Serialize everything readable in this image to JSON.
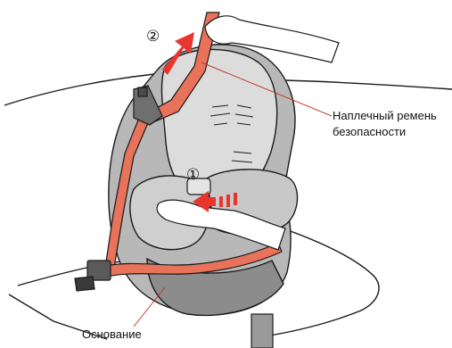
{
  "labels": {
    "shoulder_belt_line1": "Наплечный ремень",
    "shoulder_belt_line2": "безопасности",
    "base": "Основание"
  },
  "steps": {
    "step1": "①",
    "step2": "②"
  },
  "colors": {
    "belt": "#e8735a",
    "arrow": "#e8352d",
    "seat_dark": "#8c8c8c",
    "seat_mid": "#b8b8b8",
    "seat_light": "#dcdcdc",
    "outline": "#1a1a1a",
    "leader_line": "#c0392b"
  },
  "icons": {
    "pull_arrow": "up-right-arrow-icon",
    "push_arrow": "left-arrow-icon"
  }
}
